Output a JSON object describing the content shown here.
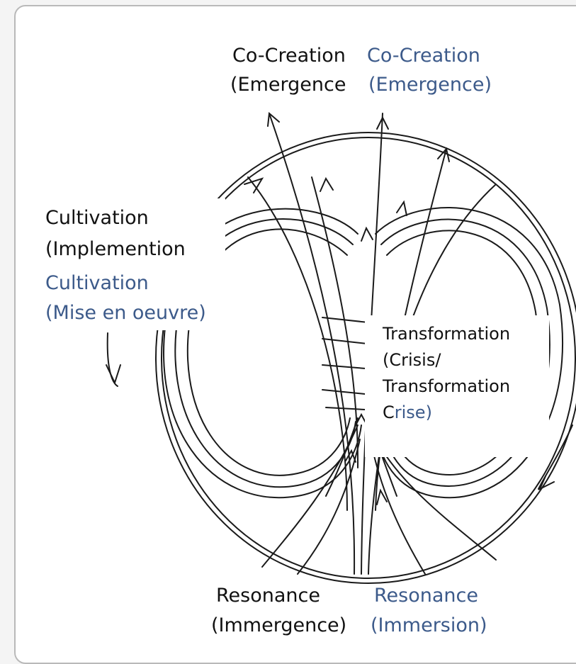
{
  "labels": {
    "co_creation_en": {
      "line1": "Co-Creation",
      "line2": "(Emergence"
    },
    "co_creation_fr": {
      "line1": "Co-Creation",
      "line2": "(Emergence)"
    },
    "cultivation_en": {
      "line1": "Cultivation",
      "line2": "(Implemention"
    },
    "cultivation_fr": {
      "line1": "Cultivation",
      "line2": "(Mise en oeuvre)"
    },
    "transformation": {
      "line1": "Transformation",
      "line2": "(Crisis/",
      "line3": "Transformation",
      "line4_prefix": "C",
      "line4_fr": "rise)"
    },
    "resonance_en": {
      "line1": "Resonance",
      "line2": "(Immergence)"
    },
    "resonance_fr": {
      "line1": "Resonance",
      "line2": "(Immersion)"
    }
  },
  "colors": {
    "english_text": "#111111",
    "french_text": "#3c5a8a",
    "stroke": "#1a1a1a",
    "frame_border": "#b9b9b9"
  }
}
